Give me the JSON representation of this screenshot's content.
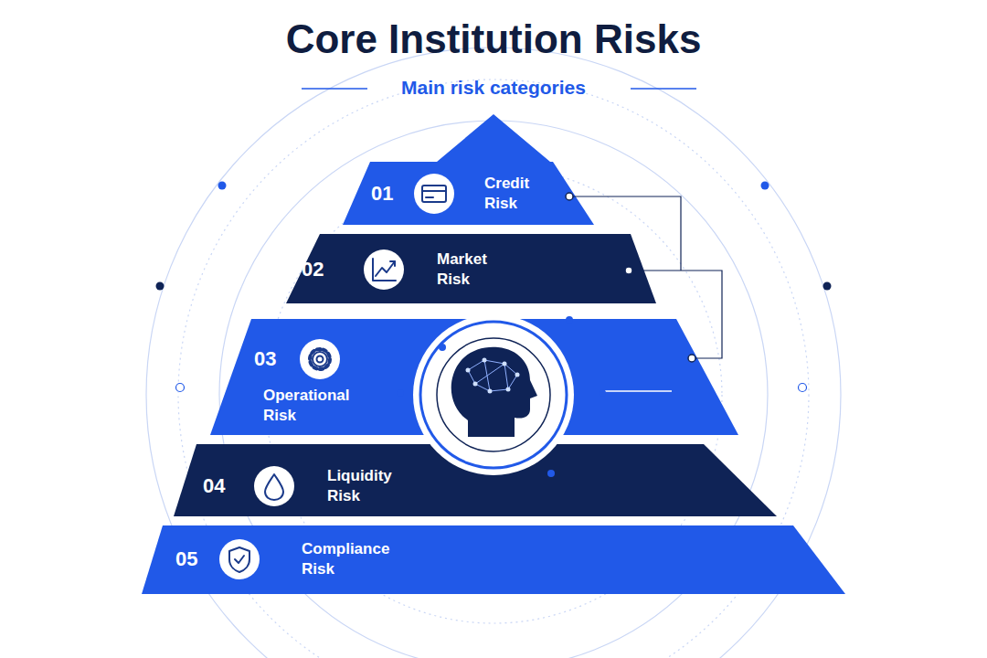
{
  "diagram": {
    "title": "Core Institution Risks",
    "nodes": [
      {
        "text": [
          "01",
          "Credit Risk"
        ]
      },
      {
        "text": [
          "02",
          "Market Risk"
        ]
      },
      {
        "text": [
          "03",
          "Operational Risk"
        ]
      },
      {
        "text": [
          "04",
          "Liquidity Risk"
        ]
      },
      {
        "text": [
          "05",
          "Compliance Risk"
        ]
      }
    ],
    "labels": [
      "Main risk categories"
    ]
  }
}
